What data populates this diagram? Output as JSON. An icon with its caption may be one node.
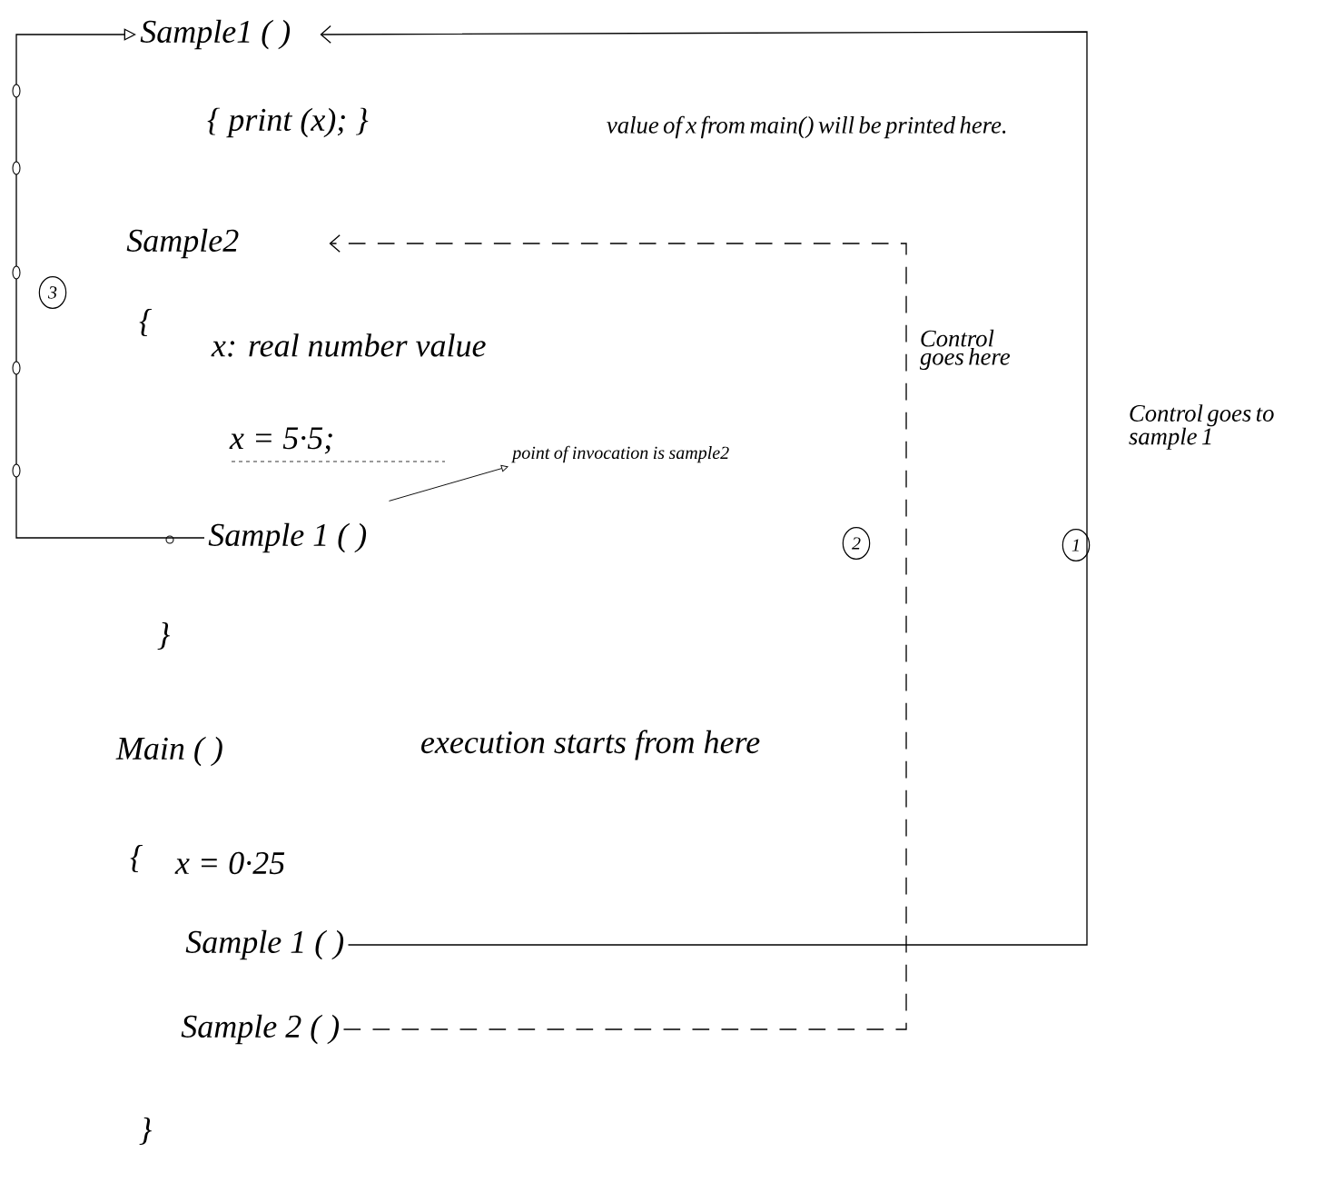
{
  "diagram": {
    "nodes": [
      {
        "text": [
          "Sample1 ( )"
        ]
      },
      {
        "text": [
          "Sample2"
        ]
      },
      {
        "text": [
          "Sample 1 ( )"
        ]
      },
      {
        "text": [
          "point of invocation is sample2"
        ]
      },
      {
        "text": [
          "Sample 1 ( )"
        ]
      },
      {
        "text": [
          "Sample 2 ( )"
        ]
      }
    ],
    "edges": [
      {
        "from": 4,
        "to": 0,
        "arrow": "to",
        "label": "Control goes to sample 1"
      },
      {
        "from": 5,
        "to": 1,
        "arrow": "to",
        "style": "dashed",
        "label": "Control goes here"
      },
      {
        "from": 2,
        "to": 0,
        "arrow": "to"
      },
      {
        "from": 2,
        "to": 3,
        "arrow": "to"
      }
    ],
    "labels": [
      "{ print (x); }",
      "value of x from main() will be printed here.",
      "{",
      "x: real number value",
      "x = 5·5;",
      "}",
      "Main ( )",
      "execution starts from here",
      "{",
      "x = 0·25",
      "}",
      "3",
      "2",
      "1"
    ]
  }
}
